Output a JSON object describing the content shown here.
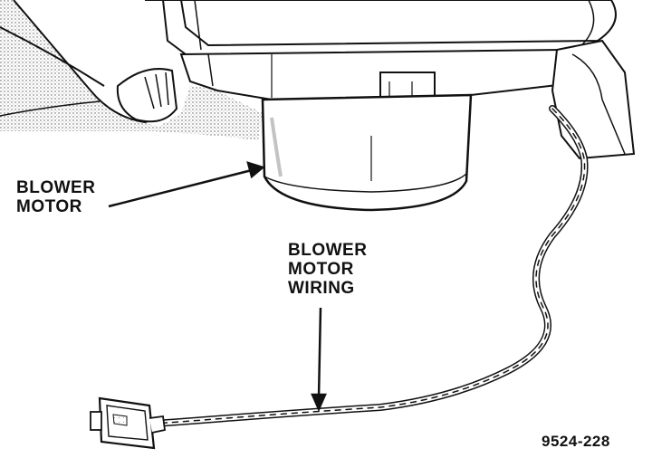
{
  "labels": {
    "blower_motor": [
      "BLOWER",
      "MOTOR"
    ],
    "blower_motor_wiring": [
      "BLOWER",
      "MOTOR",
      "WIRING"
    ]
  },
  "figure_id": "9524-228",
  "colors": {
    "ink": "#111111",
    "paper": "#ffffff",
    "shade": "#cfcfcf"
  }
}
